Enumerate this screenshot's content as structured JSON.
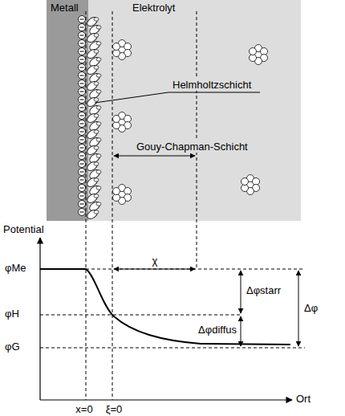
{
  "diagram": {
    "nodes": [
      {
        "text": [
          "Metall"
        ]
      },
      {
        "text": [
          "Elektrolyt"
        ]
      }
    ],
    "labels": [
      "Helmholtzschicht",
      "Gouy-Chapman-Schicht",
      "Potential",
      "φMe",
      "χ",
      "Δφstarr",
      "Δφ",
      "φH",
      "Δφdiffus",
      "φG",
      "x=0",
      "ξ=0",
      "Ort"
    ]
  }
}
